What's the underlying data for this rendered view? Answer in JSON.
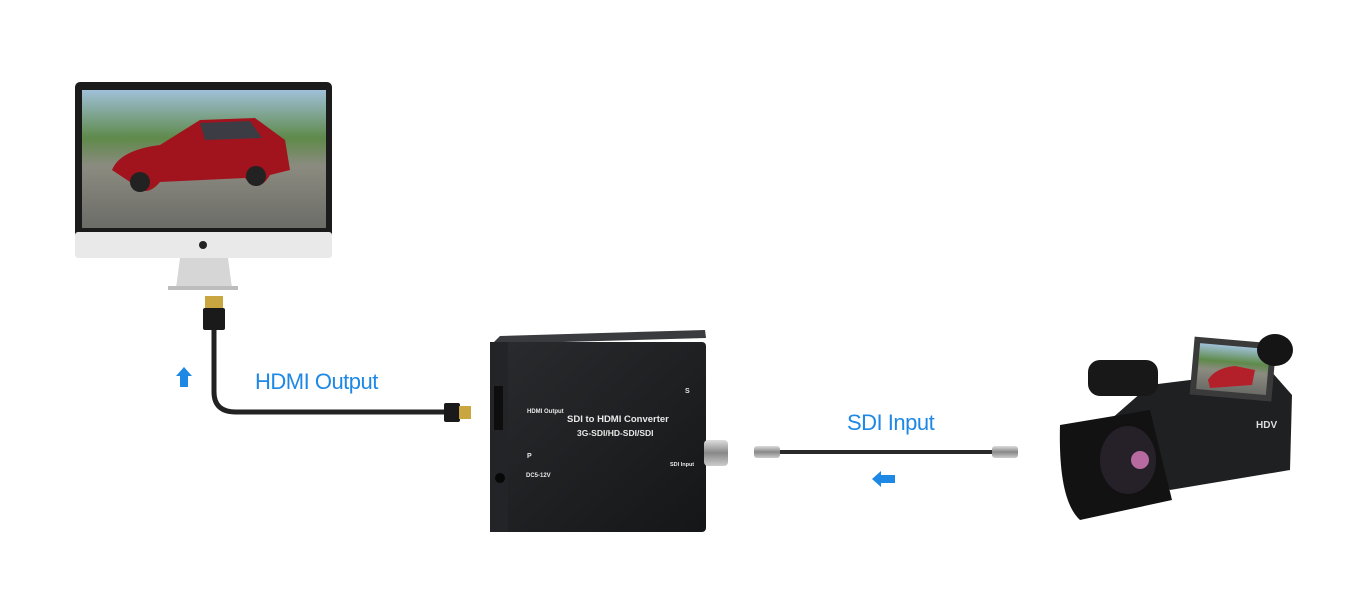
{
  "labels": {
    "hdmi_output": "HDMI Output",
    "sdi_input": "SDI Input"
  },
  "converter": {
    "hdmi_port_label": "HDMI Output",
    "title": "SDI to HDMI Converter",
    "subtitle": "3G-SDI/HD-SDI/SDI",
    "s_label": "S",
    "p_label": "P",
    "power_label": "DC5-12V",
    "sdi_port_label": "SDI Input"
  },
  "camera": {
    "badge": "HDV"
  },
  "colors": {
    "accent": "#1e88e5",
    "device": "#1c1d1f"
  },
  "icons": {
    "hdmi_arrow": "arrow-up-icon",
    "sdi_arrow": "arrow-left-icon"
  }
}
